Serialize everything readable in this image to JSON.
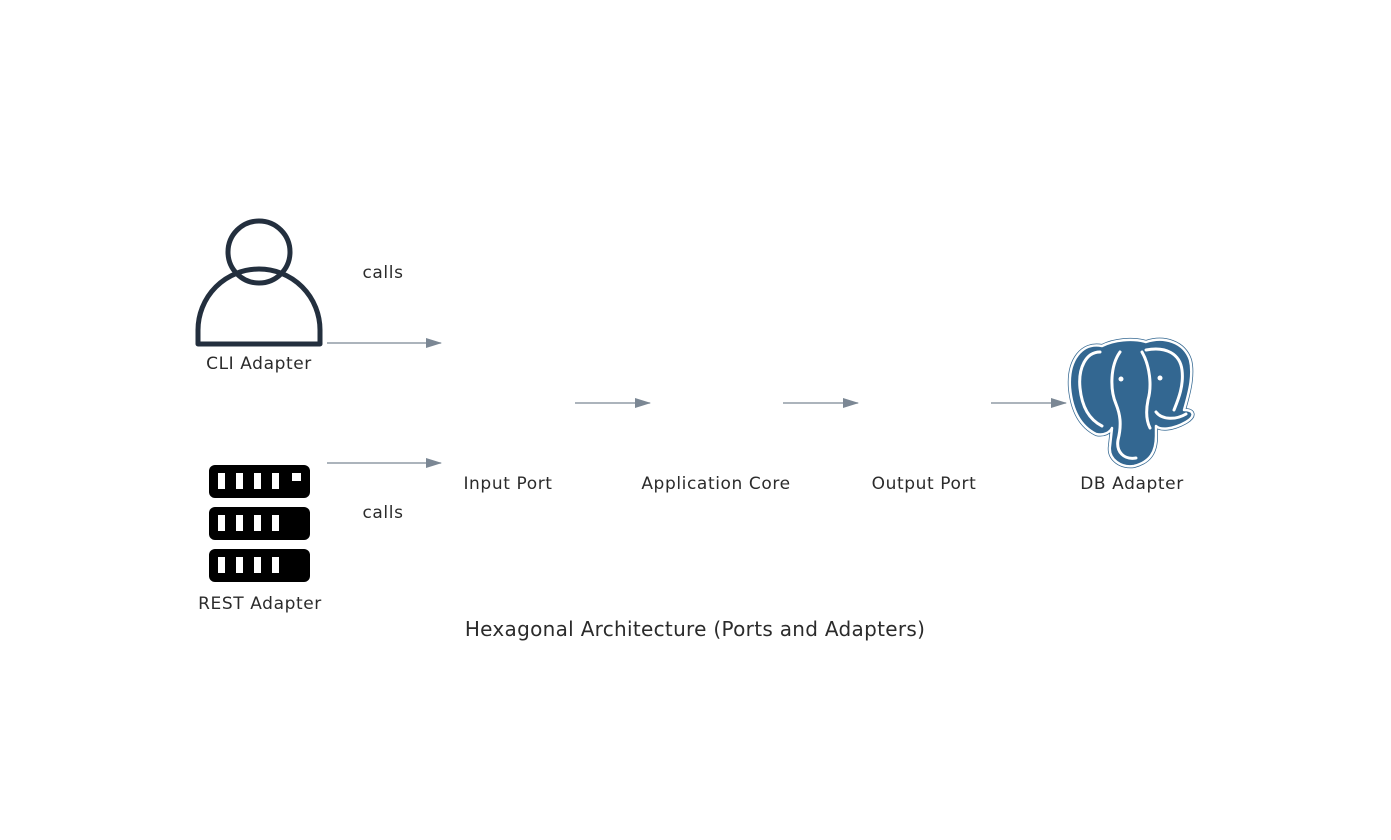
{
  "diagram": {
    "title": "Hexagonal Architecture (Ports and Adapters)",
    "nodes": {
      "cli": {
        "label": "CLI Adapter",
        "icon": "user-icon"
      },
      "rest": {
        "label": "REST Adapter",
        "icon": "server-icon"
      },
      "input_port": {
        "label": "Input Port"
      },
      "core": {
        "label": "Application Core"
      },
      "output_port": {
        "label": "Output Port"
      },
      "db": {
        "label": "DB Adapter",
        "icon": "postgresql-elephant-icon"
      }
    },
    "edges": {
      "cli_to_input": {
        "label": "calls"
      },
      "rest_to_input": {
        "label": "calls"
      }
    },
    "colors": {
      "edge": "#7b8794",
      "user_icon": "#232f3e",
      "server_icon": "#000000",
      "postgres_blue": "#336791"
    }
  }
}
